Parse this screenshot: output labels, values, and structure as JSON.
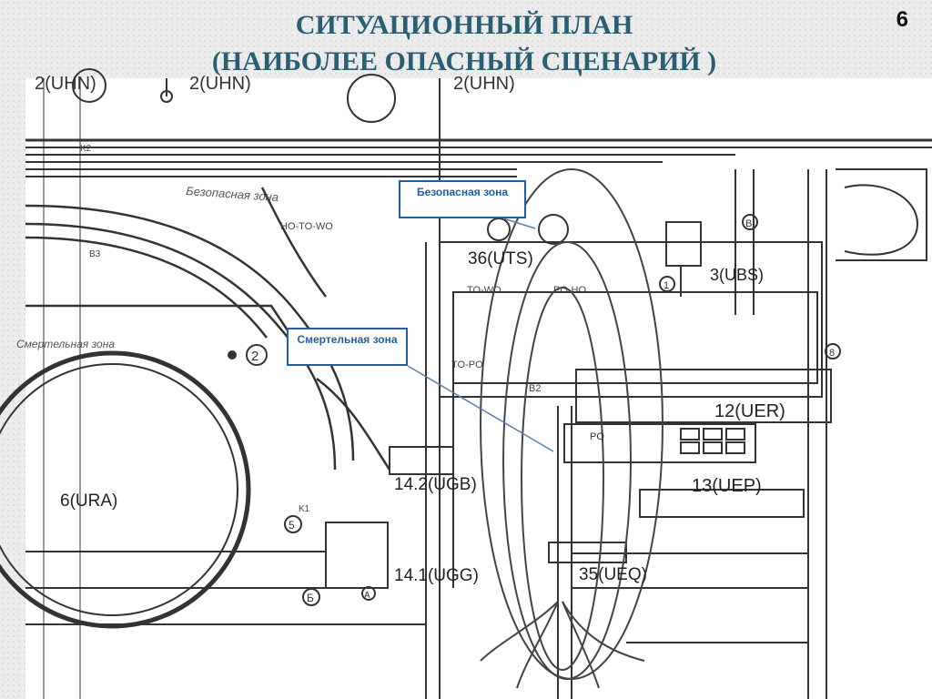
{
  "slide": {
    "title_line1": "СИТУАЦИОННЫЙ ПЛАН",
    "title_line2": "(НАИБОЛЕЕ ОПАСНЫЙ СЦЕНАРИЙ )",
    "page_number": "6"
  },
  "callouts": {
    "safe_zone": "Безопасная зона",
    "death_zone": "Смертельная зона"
  },
  "plan_labels": {
    "top_a": "2(UHN)",
    "top_b": "2(UHN)",
    "top_c": "2(UHN)",
    "safe_zone_handwritten": "Безопасная зона",
    "death_zone_handwritten": "Смертельная зона",
    "uts": "36(UTS)",
    "ubs": "3(UBS)",
    "uer": "12(UER)",
    "ugb": "14.2(UGB)",
    "ura": "6(URA)",
    "uep": "13(UEP)",
    "ugg": "14.1(UGG)",
    "ueq": "35(UEQ)",
    "ho_to_wo": "HO-TO-WO",
    "to_wo": "TO-WO",
    "po_ho": "PO-HO",
    "to_po": "TO-PO",
    "k2": "K2",
    "k1": "K1",
    "b3": "B3",
    "b2": "B2",
    "po": "PO",
    "marker_2": "2",
    "marker_5": "5",
    "marker_b": "Б",
    "marker_a": "А",
    "marker_v": "В",
    "marker_1": "1",
    "marker_8": "8"
  }
}
